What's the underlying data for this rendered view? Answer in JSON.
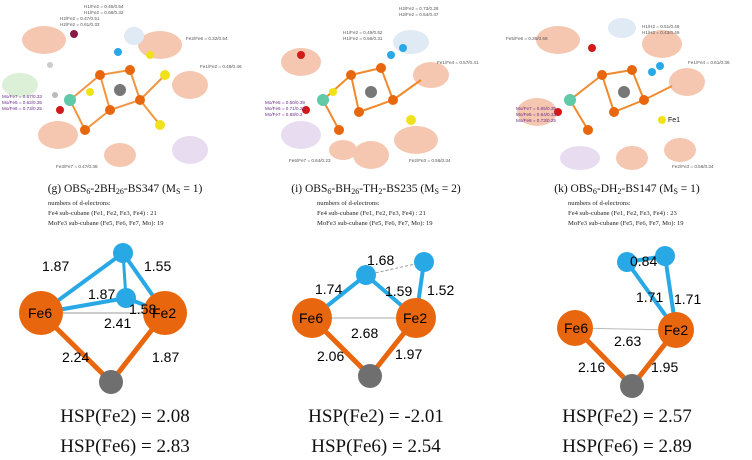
{
  "panels": [
    {
      "caption_main": "(g) OBS",
      "caption_rest": "-2BH",
      "caption_tail": "-BS347 (M",
      "caption_end": " = 1)",
      "caption_sub6": "6",
      "caption_sub26": "26",
      "caption_subS": "S",
      "info_title": "numbers of d-electrons:",
      "info_line1": "Fe4 sub-cubane (Fe1, Fe2, Fe3, Fe4) : 21",
      "info_line2": "MoFe3 sub-cubane (Fe5, Fe6, Fe7, Mo): 19",
      "orb_labels": [
        "H1/Fe2 = 0.46/0.54",
        "H1/Fe2 = 0.68/0.32",
        "H2/Fe2 = 0.47/0.51",
        "H2/Fe2 = 0.61/0.33",
        "Fe2/Fe6 = 0.32/0.54",
        "Fe1/Fe2 = 0.48/0.46",
        "Mo/Fe7 = 0.67/0.33",
        "Mo/Fe5 = 0.62/0.35",
        "Mo/Fe6 = 0.73/0.25",
        "Fe3/Fe7 = 0.47/0.38"
      ],
      "dist": {
        "fe6_top": "1.87",
        "fe6_low": "1.87",
        "fe2_top": "1.55",
        "fe2_low": "1.58",
        "fefe": "2.41",
        "fe6_c": "2.24",
        "fe2_c": "1.87"
      },
      "atom_fe6": "Fe6",
      "atom_fe2": "Fe2",
      "hsp_fe2": "HSP(Fe2) = 2.08",
      "hsp_fe6": "HSP(Fe6) = 2.83"
    },
    {
      "caption_main": "(i) OBS",
      "caption_rest": "-BH",
      "caption_tail": "-TH",
      "caption_end": "-BS235 (M",
      "caption_end2": " = 2)",
      "caption_sub6": "6",
      "caption_sub26": "26",
      "caption_sub2": "2",
      "caption_subS": "S",
      "info_title": "numbers of d-electrons:",
      "info_line1": "Fe4 sub-cubane (Fe1, Fe2, Fe3, Fe4) : 21",
      "info_line2": "MoFe3 sub-cubane (Fe5, Fe6, Fe7, Mo): 19",
      "orb_labels": [
        "H2/Fe2 = 0.73/0.28",
        "H2/Fe2 = 0.54/0.47",
        "H1/Fe2 = 0.49/0.52",
        "H1/Fe2 = 0.56/0.31",
        "Fe1/Fe4 = 0.57/0.41",
        "Mo/Fe5 = 0.60/0.39",
        "Mo/Fe6 = 0.71/0.24",
        "Mo/Fe7 = 0.68/0.3",
        "Fe6/Fe7 = 0.64/0.23",
        "Fe2/Fe3 = 0.56/0.34"
      ],
      "dist": {
        "hh": "1.68",
        "fe6_h": "1.74",
        "fe2_h": "1.59",
        "fe2_h2": "1.52",
        "fefe": "2.68",
        "fe6_c": "2.06",
        "fe2_c": "1.97"
      },
      "atom_fe6": "Fe6",
      "atom_fe2": "Fe2",
      "hsp_fe2": "HSP(Fe2) = -2.01",
      "hsp_fe6": "HSP(Fe6) = 2.54"
    },
    {
      "caption_main": "(k) OBS",
      "caption_rest": "-DH",
      "caption_tail": "-BS147 (M",
      "caption_end": " = 1)",
      "caption_sub6": "6",
      "caption_sub2": "2",
      "caption_subS": "S",
      "info_title": "numbers of d-electrons:",
      "info_line1": "Fe4 sub-cubane (Fe1, Fe2, Fe3, Fe4) : 23",
      "info_line2": "MoFe3 sub-cubane (Fe5, Fe6, Fe7, Mo): 19",
      "orb_labels": [
        "H1/H2 = 0.51/0.49",
        "H1/H2 = 0.43/0.49",
        "Fe5/Fe6 = 0.35/0.58",
        "Fe1/Fe4 = 0.61/0.36",
        "Mo/Fe7 = 0.65/0.35",
        "Mo/Fe5 = 0.64/0.33",
        "Mo/Fe6 = 0.73/0.25",
        "Fe2/Fe3 = 0.56/0.34"
      ],
      "dist": {
        "hh": "0.84",
        "fe2_h1": "1.71",
        "fe2_h2": "1.71",
        "fefe": "2.63",
        "fe6_c": "2.16",
        "fe2_c": "1.95"
      },
      "atom_fe6": "Fe6",
      "atom_fe2": "Fe2",
      "atom_fe1": "Fe1",
      "hsp_fe2": "HSP(Fe2) = 2.57",
      "hsp_fe6": "HSP(Fe6) = 2.89"
    }
  ],
  "colors": {
    "fe": "#e8670e",
    "h": "#29a8e6",
    "c": "#6f6f6f",
    "s": "#f0e21a",
    "mo": "#5fc9a8",
    "o": "#d21a1a",
    "bond_fe": "#f07d1c"
  }
}
